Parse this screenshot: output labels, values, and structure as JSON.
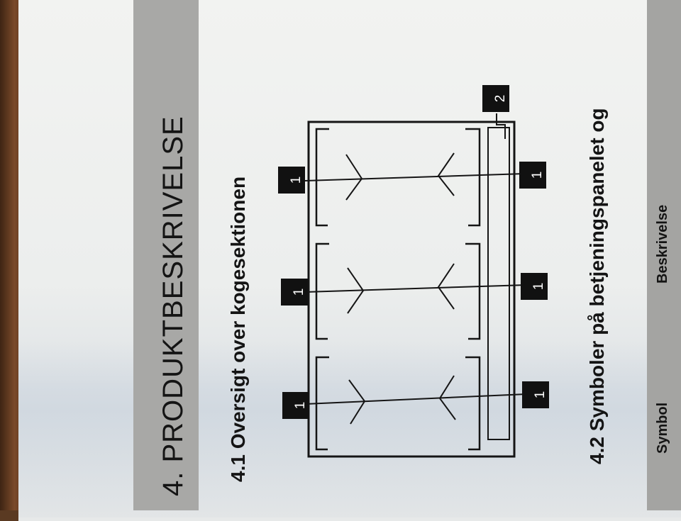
{
  "section": {
    "title": "4. PRODUKTBESKRIVELSE"
  },
  "subsection_1": {
    "heading": "4.1 Oversigt over kogesektionen"
  },
  "diagram": {
    "zone_callout": "1",
    "panel_callout": "2"
  },
  "subsection_2": {
    "heading": "4.2 Symboler på betjeningspanelet og",
    "table_headers": [
      "Symbol",
      "Beskrivelse"
    ]
  },
  "colors": {
    "banner": "#a8a8a6",
    "paper": "#eeefed",
    "ink": "#141414"
  }
}
